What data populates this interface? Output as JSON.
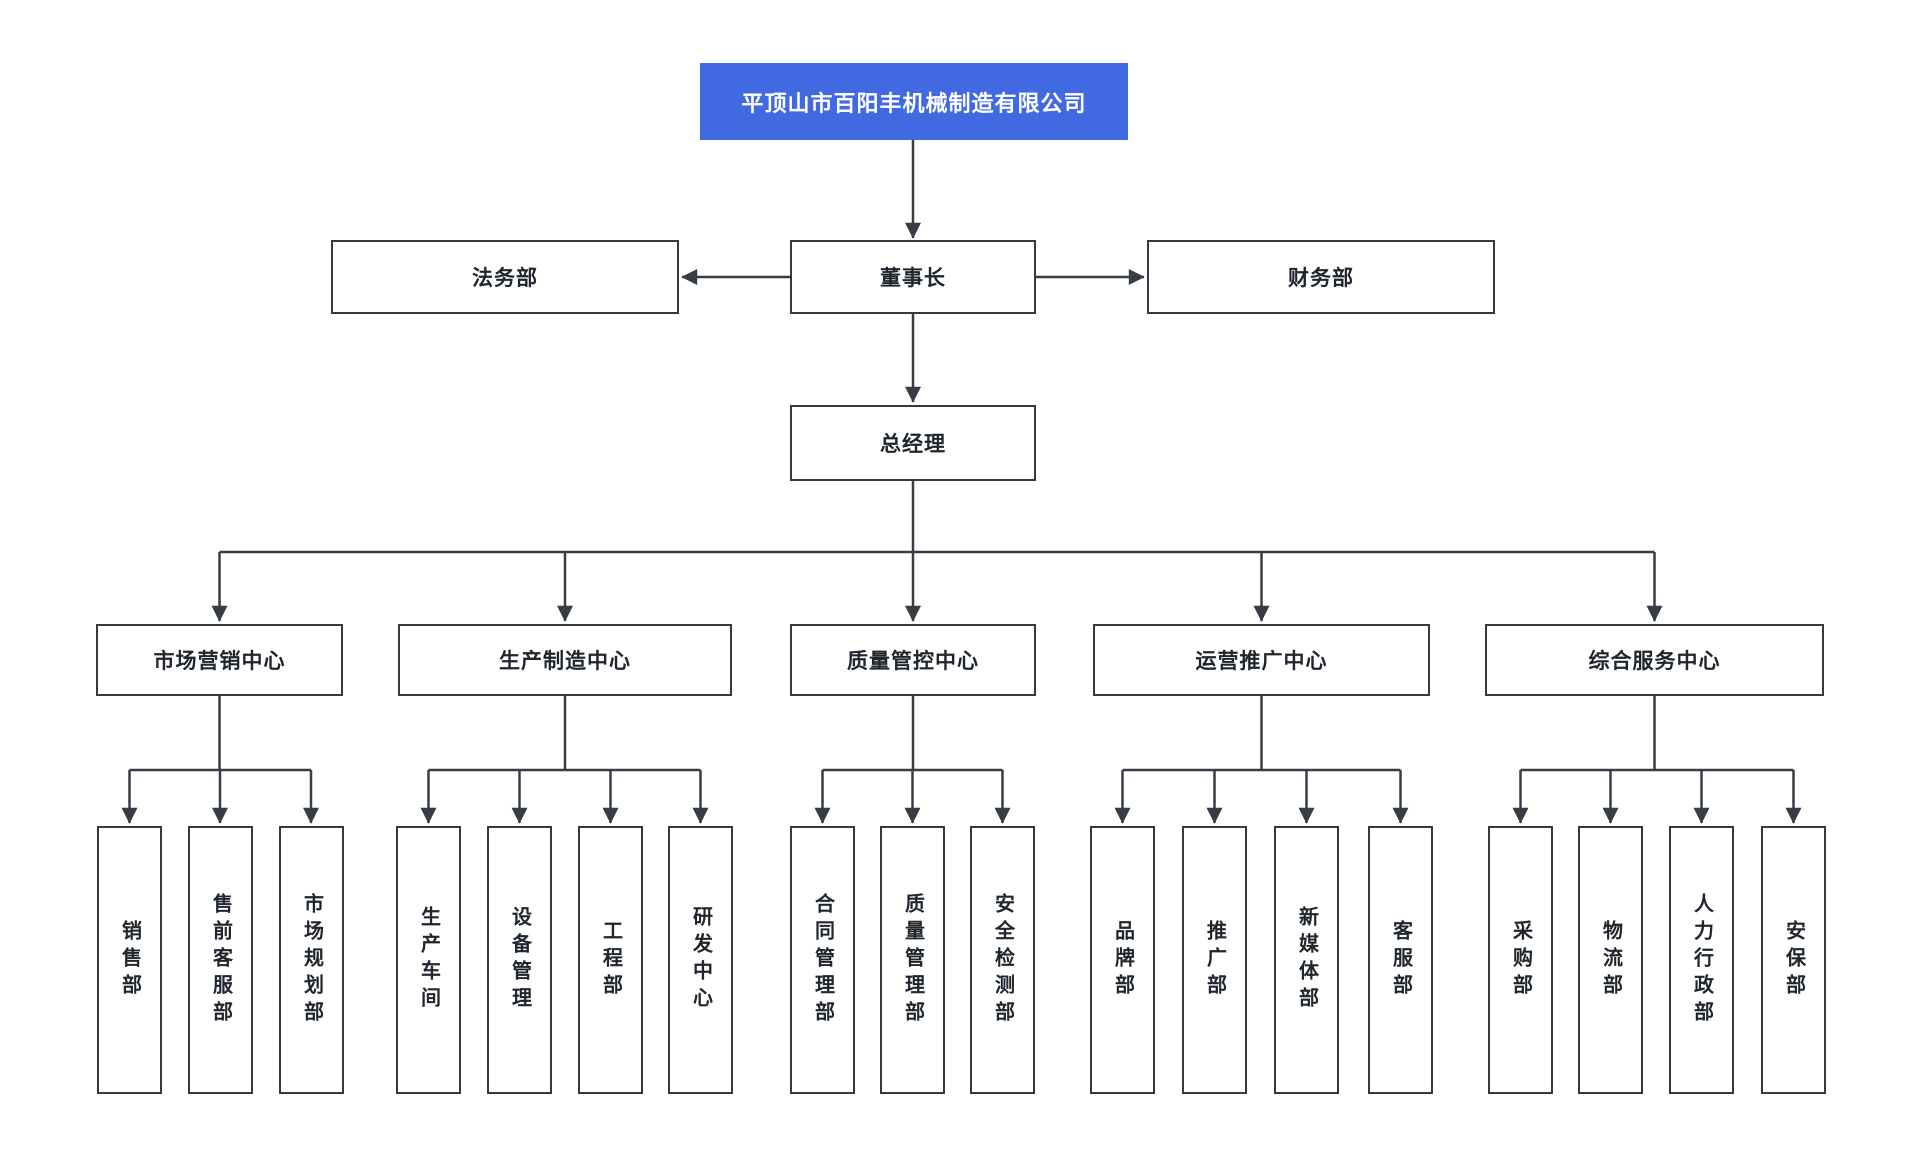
{
  "page": {
    "background": "#ffffff"
  },
  "chart": {
    "type": "org-chart",
    "root": {
      "label": "平顶山市百阳丰机械制造有限公司"
    },
    "executive_row": {
      "legal": "法务部",
      "chairman": "董事长",
      "finance": "财务部"
    },
    "general_manager": "总经理",
    "centers": [
      {
        "label": "市场营销中心",
        "departments": [
          "销售部",
          "售前客服部",
          "市场规划部"
        ]
      },
      {
        "label": "生产制造中心",
        "departments": [
          "生产车间",
          "设备管理",
          "工程部",
          "研发中心"
        ]
      },
      {
        "label": "质量管控中心",
        "departments": [
          "合同管理部",
          "质量管理部",
          "安全检测部"
        ]
      },
      {
        "label": "运营推广中心",
        "departments": [
          "品牌部",
          "推广部",
          "新媒体部",
          "客服部"
        ]
      },
      {
        "label": "综合服务中心",
        "departments": [
          "采购部",
          "物流部",
          "人力行政部",
          "安保部"
        ]
      }
    ],
    "colors": {
      "root_bg": "#4169e1",
      "root_text": "#ffffff",
      "node_bg": "#ffffff",
      "node_border": "#333a42",
      "line": "#363d45"
    }
  }
}
